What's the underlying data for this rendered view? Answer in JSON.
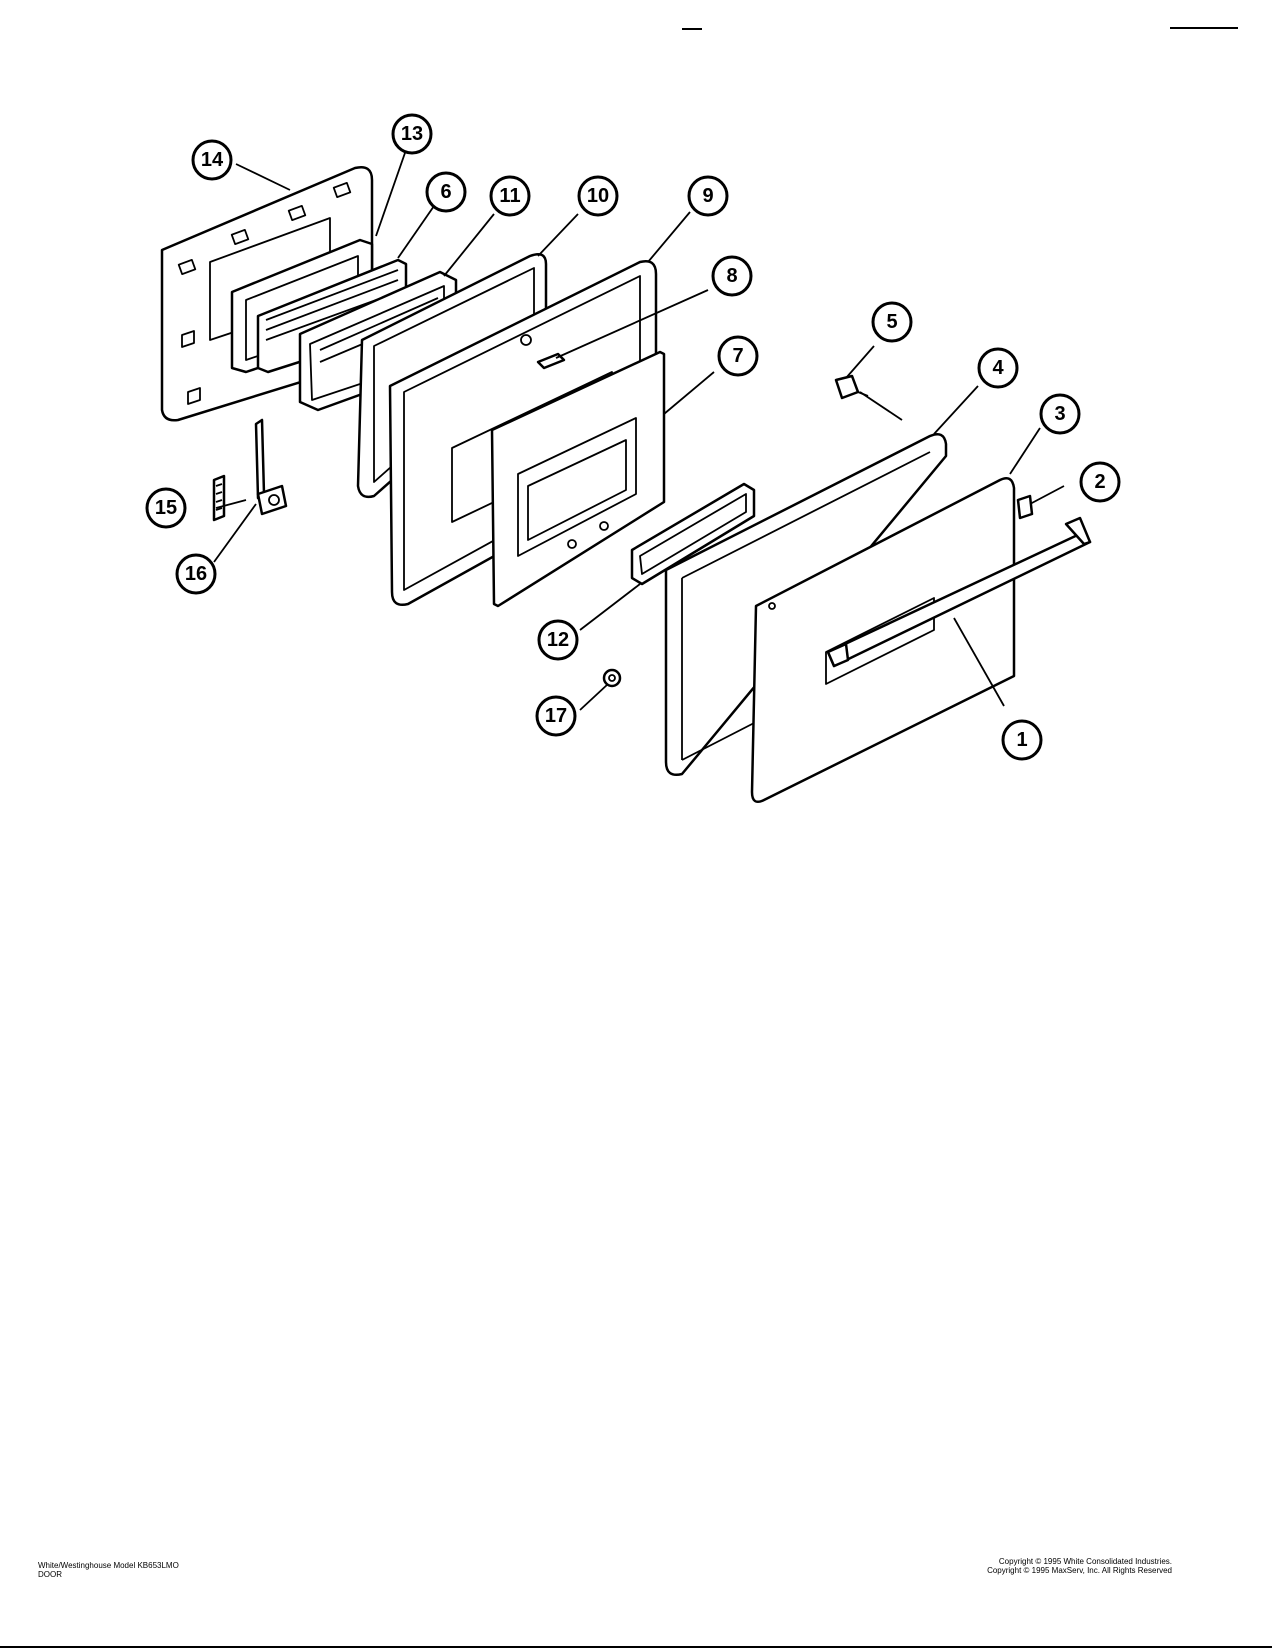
{
  "callouts": [
    {
      "label": "1"
    },
    {
      "label": "2"
    },
    {
      "label": "3"
    },
    {
      "label": "4"
    },
    {
      "label": "5"
    },
    {
      "label": "6"
    },
    {
      "label": "7"
    },
    {
      "label": "8"
    },
    {
      "label": "9"
    },
    {
      "label": "10"
    },
    {
      "label": "11"
    },
    {
      "label": "12"
    },
    {
      "label": "13"
    },
    {
      "label": "14"
    },
    {
      "label": "15"
    },
    {
      "label": "16"
    },
    {
      "label": "17"
    }
  ],
  "footer": {
    "left_line1": "White/Westinghouse Model KB653LMO",
    "left_line2": "DOOR",
    "right_line1": "Copyright © 1995 White Consolidated Industries.",
    "right_line2": "Copyright © 1995 MaxServ, Inc.  All Rights Reserved"
  }
}
